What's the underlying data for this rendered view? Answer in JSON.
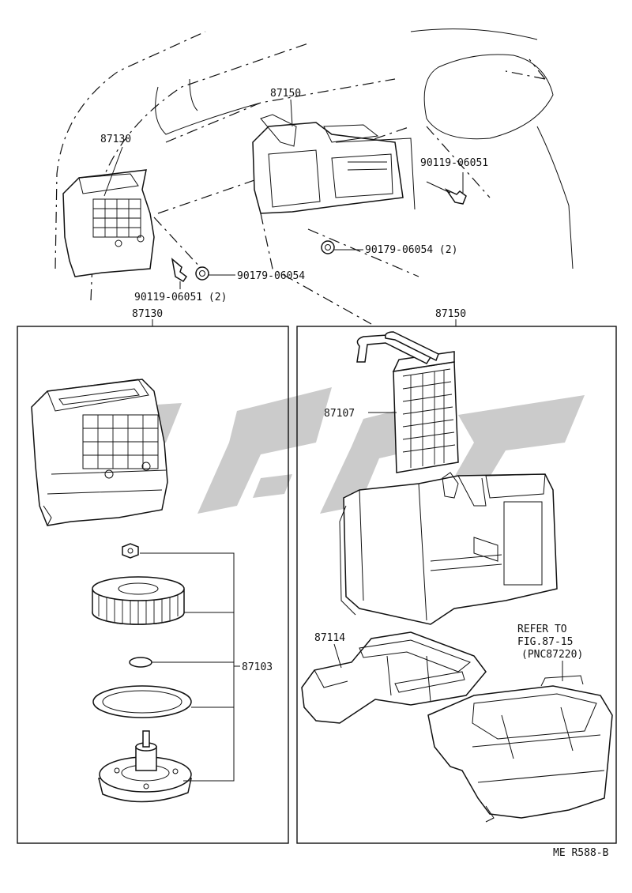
{
  "labels": {
    "top_87150": "87150",
    "top_87130": "87130",
    "bolt_right": "90119-06051",
    "nut_2": "90179-06054 (2)",
    "nut_single": "90179-06054",
    "bolt_left_2": "90119-06051 (2)",
    "panel_left_title": "87130",
    "panel_right_title": "87150",
    "heater_core": "87107",
    "blower_motor_assy": "87103",
    "duct": "87114",
    "refer_line1": "REFER TO",
    "refer_line2": "FIG.87-15",
    "refer_line3": "(PNC87220)",
    "drawing_code": "ME R588-B"
  }
}
